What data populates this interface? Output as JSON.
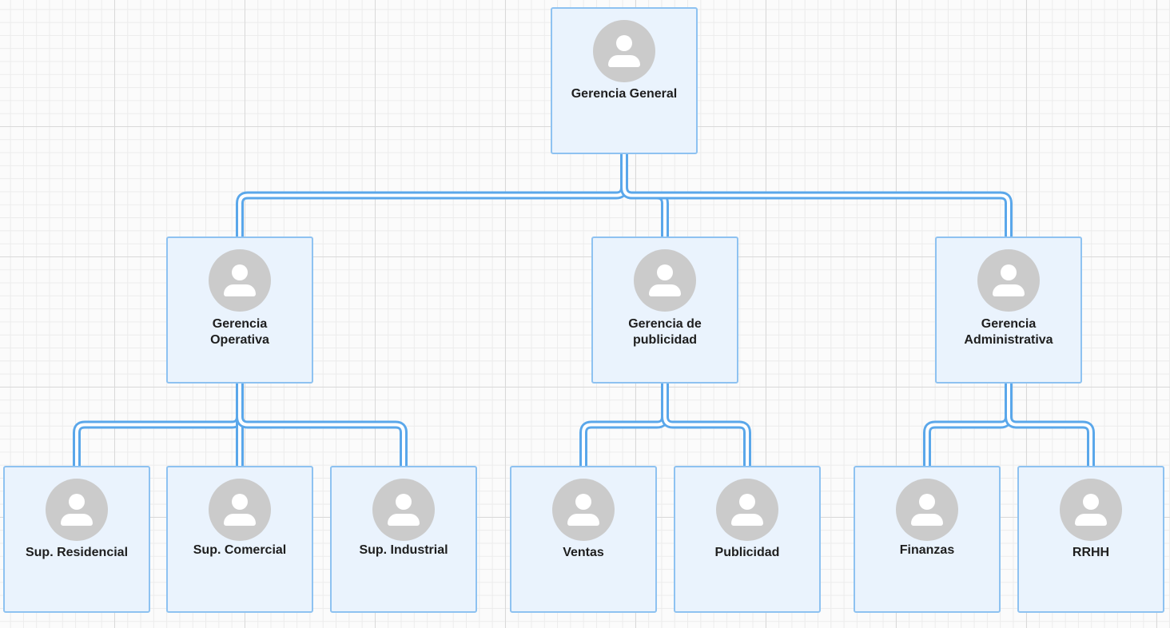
{
  "diagram": {
    "type": "org-chart",
    "colors": {
      "card_fill": "#eaf3fd",
      "card_border": "#8ec2f1",
      "connector": "#5aa7ea",
      "avatar": "#cbcbcb",
      "text": "#1e1e1e"
    },
    "nodes": [
      {
        "id": "gerencia-general",
        "label": "Gerencia General",
        "icon": "user-avatar-icon"
      },
      {
        "id": "gerencia-operativa",
        "label": "Gerencia\nOperativa",
        "icon": "user-avatar-icon"
      },
      {
        "id": "gerencia-publicidad",
        "label": "Gerencia de\npublicidad",
        "icon": "user-avatar-icon"
      },
      {
        "id": "gerencia-administrativa",
        "label": "Gerencia\nAdministrativa",
        "icon": "user-avatar-icon"
      },
      {
        "id": "sup-residencial",
        "label": "Sup. Residencial",
        "icon": "user-avatar-icon"
      },
      {
        "id": "sup-comercial",
        "label": "Sup. Comercial",
        "icon": "user-avatar-icon"
      },
      {
        "id": "sup-industrial",
        "label": "Sup. Industrial",
        "icon": "user-avatar-icon"
      },
      {
        "id": "ventas",
        "label": "Ventas",
        "icon": "user-avatar-icon"
      },
      {
        "id": "publicidad",
        "label": "Publicidad",
        "icon": "user-avatar-icon"
      },
      {
        "id": "finanzas",
        "label": "Finanzas",
        "icon": "user-avatar-icon"
      },
      {
        "id": "rrhh",
        "label": "RRHH",
        "icon": "user-avatar-icon"
      }
    ],
    "edges": [
      {
        "from": "gerencia-general",
        "to": "gerencia-operativa"
      },
      {
        "from": "gerencia-general",
        "to": "gerencia-publicidad"
      },
      {
        "from": "gerencia-general",
        "to": "gerencia-administrativa"
      },
      {
        "from": "gerencia-operativa",
        "to": "sup-residencial"
      },
      {
        "from": "gerencia-operativa",
        "to": "sup-comercial"
      },
      {
        "from": "gerencia-operativa",
        "to": "sup-industrial"
      },
      {
        "from": "gerencia-publicidad",
        "to": "ventas"
      },
      {
        "from": "gerencia-publicidad",
        "to": "publicidad"
      },
      {
        "from": "gerencia-administrativa",
        "to": "finanzas"
      },
      {
        "from": "gerencia-administrativa",
        "to": "rrhh"
      }
    ]
  }
}
